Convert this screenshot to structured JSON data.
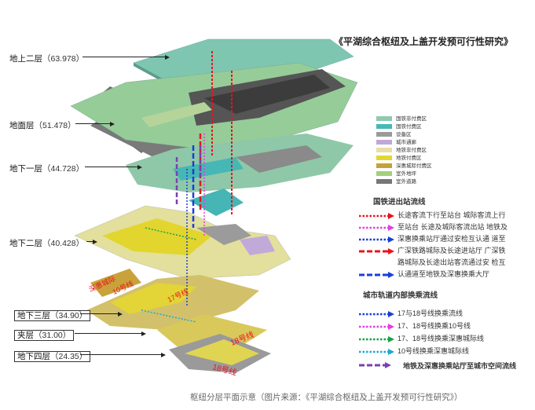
{
  "title": "《平湖综合枢纽及上盖开发预可行性研究》",
  "floors": [
    {
      "name": "地上二层",
      "elev": "63.978",
      "boxed": false
    },
    {
      "name": "地面层",
      "elev": "51.478",
      "boxed": false
    },
    {
      "name": "地下一层",
      "elev": "44.728",
      "boxed": false
    },
    {
      "name": "地下二层",
      "elev": "40.428",
      "boxed": false
    },
    {
      "name": "地下三层",
      "elev": "34.90",
      "boxed": true
    },
    {
      "name": "夹层",
      "elev": "31.00",
      "boxed": true
    },
    {
      "name": "地下四层",
      "elev": "24.35",
      "boxed": true
    }
  ],
  "zone_legend": [
    {
      "label": "国铁非付费区",
      "color": "#8fc9b0"
    },
    {
      "label": "国铁付费区",
      "color": "#45b9b9"
    },
    {
      "label": "设备区",
      "color": "#9a9a9a"
    },
    {
      "label": "城市通廊",
      "color": "#bfa8d9"
    },
    {
      "label": "地铁非付费区",
      "color": "#e5e1a6"
    },
    {
      "label": "地铁付费区",
      "color": "#e3d632"
    },
    {
      "label": "深惠城际付费区",
      "color": "#c4a23a"
    },
    {
      "label": "室外地坪",
      "color": "#a4d07c"
    },
    {
      "label": "室外道路",
      "color": "#777777"
    }
  ],
  "section1": {
    "title": "国铁进出站流线",
    "rows": [
      {
        "text": "长途客流下行至站台 城际客流上行",
        "color": "#e8141e",
        "style": "dot"
      },
      {
        "text": "至站台 长途及城际客流出站 地铁及",
        "color": "#e040e0",
        "style": "dot"
      },
      {
        "text": "深惠换乘站厅通过安检互认通 道至",
        "color": "#1b3ed8",
        "style": "dot"
      },
      {
        "text": "广深铁路城际及长途进站厅 广深铁",
        "color": "#e8141e",
        "style": "dash"
      },
      {
        "text": "路城际及长途出站客流通过安 检互",
        "color": "#ffffff",
        "style": "none"
      },
      {
        "text": "认通道至地铁及深惠换乘大厅",
        "color": "#1b3ed8",
        "style": "dash"
      }
    ]
  },
  "section2": {
    "title": "城市轨道内部换乘流线",
    "rows": [
      {
        "text": "17与18号线换乘流线",
        "color": "#1b3ed8",
        "style": "dot"
      },
      {
        "text": "17、18号线换乘10号线",
        "color": "#e040e0",
        "style": "dot"
      },
      {
        "text": "17、18号线换乘深惠城际线",
        "color": "#16a34a",
        "style": "dot"
      },
      {
        "text": "10号线换乘深惠城际线",
        "color": "#1aa8d8",
        "style": "dot"
      }
    ]
  },
  "section3": {
    "title": "地铁及深惠换乘站厅至城市空间流线",
    "color": "#7b3fb5"
  },
  "map_labels": {
    "line18_a": "18号线",
    "line18_b": "18号线",
    "line10": "10号线",
    "line17": "17号线",
    "shenhui": "深惠城际"
  },
  "caption": "枢纽分层平面示意（图片来源：《平湖综合枢纽及上盖开发预可行性研究》）"
}
